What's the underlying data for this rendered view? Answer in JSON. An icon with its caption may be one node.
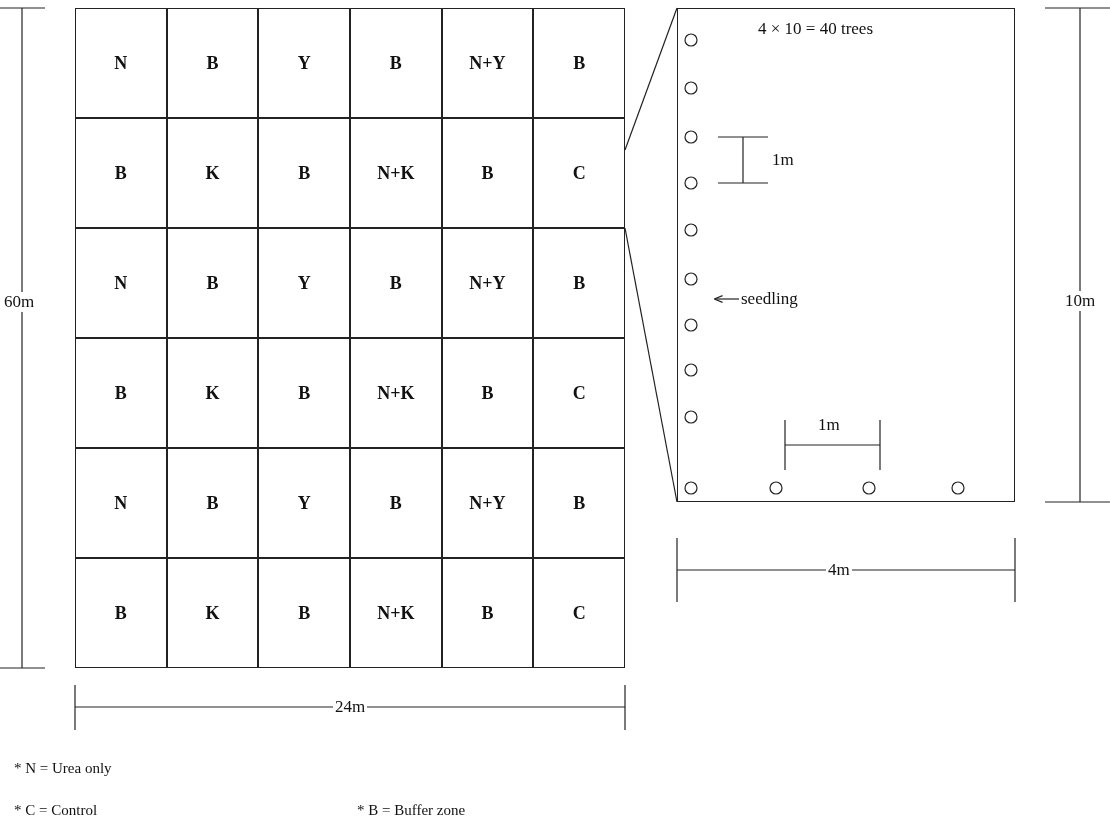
{
  "diagram": {
    "nodes": [
      {
        "text": [],
        "shape": "box"
      },
      {
        "text": [
          "N"
        ],
        "in": 0
      },
      {
        "text": [
          "B"
        ],
        "in": 0
      },
      {
        "text": [
          "Y"
        ],
        "in": 0
      },
      {
        "text": [
          "B"
        ],
        "in": 0
      },
      {
        "text": [
          "N+Y"
        ],
        "in": 0
      },
      {
        "text": [
          "B"
        ],
        "in": 0
      },
      {
        "text": [
          "B"
        ],
        "in": 0
      },
      {
        "text": [
          "K"
        ],
        "in": 0
      },
      {
        "text": [
          "B"
        ],
        "in": 0
      },
      {
        "text": [
          "N+K"
        ],
        "in": 0
      },
      {
        "text": [
          "B"
        ],
        "in": 0
      },
      {
        "text": [
          "C"
        ],
        "in": 0
      },
      {
        "text": [
          "N"
        ],
        "in": 0
      },
      {
        "text": [
          "B"
        ],
        "in": 0
      },
      {
        "text": [
          "Y"
        ],
        "in": 0
      },
      {
        "text": [
          "B"
        ],
        "in": 0
      },
      {
        "text": [
          "N+Y"
        ],
        "in": 0
      },
      {
        "text": [
          "B"
        ],
        "in": 0
      },
      {
        "text": [
          "B"
        ],
        "in": 0
      },
      {
        "text": [
          "K"
        ],
        "in": 0
      },
      {
        "text": [
          "B"
        ],
        "in": 0
      },
      {
        "text": [
          "N+K"
        ],
        "in": 0
      },
      {
        "text": [
          "B"
        ],
        "in": 0
      },
      {
        "text": [
          "C"
        ],
        "in": 0
      },
      {
        "text": [
          "N"
        ],
        "in": 0
      },
      {
        "text": [
          "B"
        ],
        "in": 0
      },
      {
        "text": [
          "Y"
        ],
        "in": 0
      },
      {
        "text": [
          "B"
        ],
        "in": 0
      },
      {
        "text": [
          "N+Y"
        ],
        "in": 0
      },
      {
        "text": [
          "B"
        ],
        "in": 0
      },
      {
        "text": [
          "B"
        ],
        "in": 0
      },
      {
        "text": [
          "K"
        ],
        "in": 0
      },
      {
        "text": [
          "B"
        ],
        "in": 0
      },
      {
        "text": [
          "N+K"
        ],
        "in": 0
      },
      {
        "text": [
          "B"
        ],
        "in": 0
      },
      {
        "text": [
          "C"
        ],
        "in": 0
      },
      {
        "text": [
          "4 × 10 = 40 trees"
        ]
      },
      {
        "text": [
          "seedling"
        ],
        "in": 37
      }
    ],
    "edges": [
      {
        "from": 0,
        "to": 37,
        "arrow": "none"
      },
      {
        "from": 0,
        "to": 37,
        "arrow": "none"
      },
      {
        "from": 38,
        "to": null,
        "arrow": "to"
      }
    ],
    "labels": [
      "60m",
      "1m",
      "1m",
      "10m",
      "24m",
      "4m",
      "* N = Urea only",
      "* C = Control",
      "* B = Buffer zone"
    ]
  }
}
